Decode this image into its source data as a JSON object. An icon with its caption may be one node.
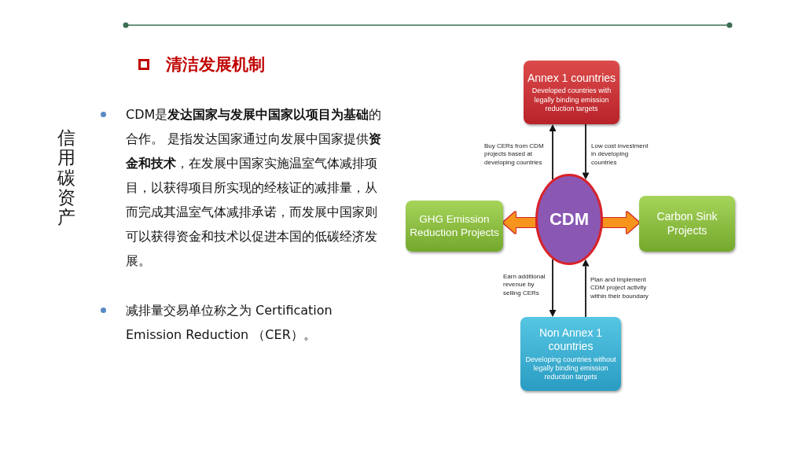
{
  "diagram": {
    "title": "清洁发展机制",
    "nodes": [
      {
        "text": [
          "Annex 1 countries",
          "Developed countries with legally binding emission reduction targets"
        ]
      },
      {
        "text": [
          "GHG Emission Reduction Projects"
        ]
      },
      {
        "text": [
          "CDM"
        ]
      },
      {
        "text": [
          "Carbon Sink Projects"
        ]
      },
      {
        "text": [
          "Non Annex 1 countries",
          "Developing countries without legally binding emission reduction targets"
        ]
      }
    ],
    "edges": [
      {
        "from": 2,
        "to": 0,
        "arrow": "to",
        "label": "Buy CERs from CDM projects based at developing countries"
      },
      {
        "from": 0,
        "to": 2,
        "arrow": "to",
        "label": "Low cost investment in developing countries"
      },
      {
        "from": 2,
        "to": 1,
        "arrow": "to",
        "style": "thick",
        "color": "#f7941d"
      },
      {
        "from": 2,
        "to": 3,
        "arrow": "to",
        "style": "thick",
        "color": "#f7941d"
      },
      {
        "from": 2,
        "to": 4,
        "arrow": "to",
        "label": "Earn additional revenue by selling CERs"
      },
      {
        "from": 4,
        "to": 2,
        "arrow": "to",
        "label": "Plan and implement CDM project activity within their boundary"
      }
    ],
    "labels": [
      "信用碳资产",
      "CDM是**发达国家与发展中国家以项目为基础**的合作。 是指发达国家通过向发展中国家提供**资金和技术**，在发展中国家实施温室气体减排项目，以获得项目所实现的经核证的减排量，从而完成其温室气体减排承诺，而发展中国家则可以获得资金和技术以促进本国的低碳经济发展。",
      "减排量交易单位称之为 Certification Emission Reduction （CER）。"
    ]
  }
}
